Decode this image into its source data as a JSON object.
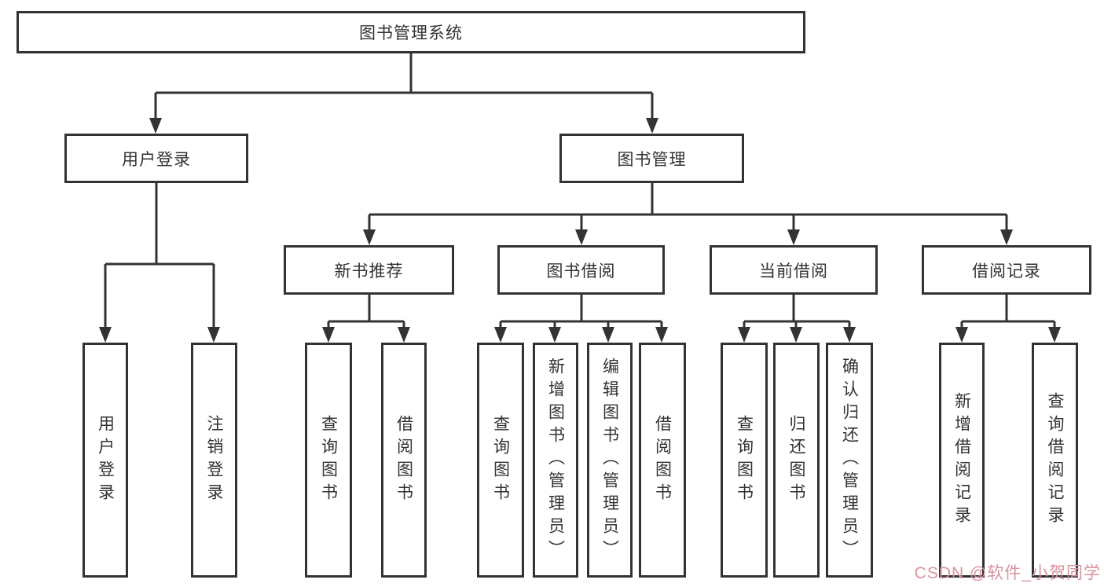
{
  "diagram": {
    "root": {
      "label": "图书管理系统"
    },
    "level2": {
      "user_login": {
        "label": "用户登录"
      },
      "book_management": {
        "label": "图书管理"
      }
    },
    "level3": {
      "new_book_recommend": {
        "label": "新书推荐"
      },
      "book_borrowing": {
        "label": "图书借阅"
      },
      "current_borrowing": {
        "label": "当前借阅"
      },
      "borrowing_records": {
        "label": "借阅记录"
      }
    },
    "leaves": {
      "user_login": [
        "用户登录",
        "注销登录"
      ],
      "new_book_recommend": [
        "查询图书",
        "借阅图书"
      ],
      "book_borrowing": [
        "查询图书",
        "新增图书（管理员）",
        "编辑图书（管理员）",
        "借阅图书"
      ],
      "current_borrowing": [
        "查询图书",
        "归还图书",
        "确认归还（管理员）"
      ],
      "borrowing_records": [
        "新增借阅记录",
        "查询借阅记录"
      ]
    }
  },
  "watermark": {
    "text": "CSDN @软件_小贺同学",
    "color": "#d9939e"
  },
  "colors": {
    "line": "#333333",
    "box_border": "#333333",
    "text": "#333333",
    "background": "#ffffff"
  }
}
